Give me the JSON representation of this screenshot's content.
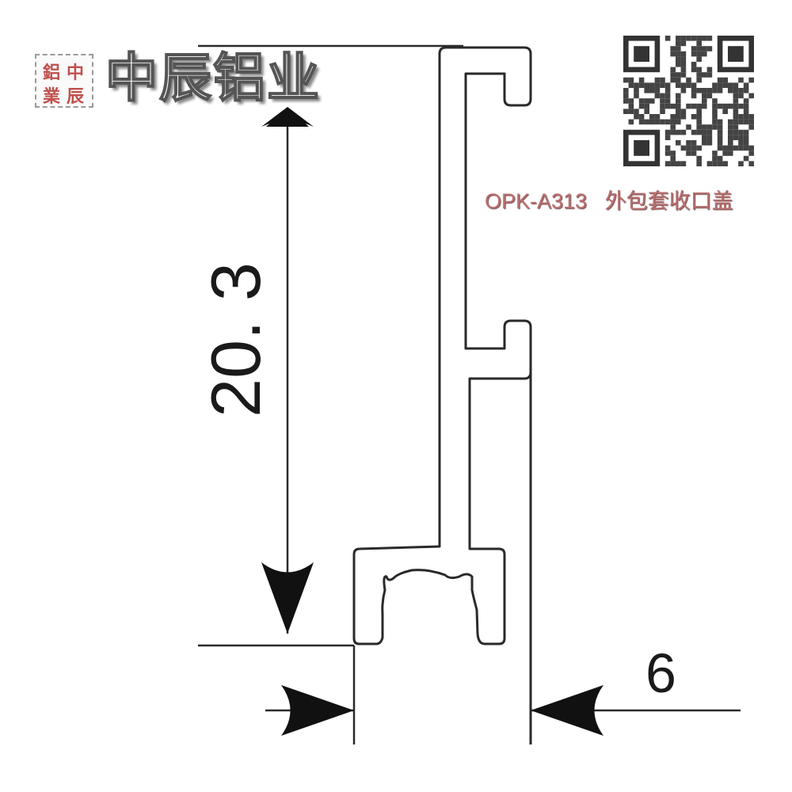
{
  "logo": {
    "stamp_chars": [
      "中",
      "辰",
      "鋁",
      "業"
    ],
    "brand_name": "中辰铝业"
  },
  "product": {
    "code": "OPK-A313",
    "name": "外包套收口盖"
  },
  "dimensions": {
    "height": "20. 3",
    "width": "6"
  },
  "colors": {
    "line": "#2a2a2a",
    "caption": "#b87070",
    "stamp": "#c0504d"
  }
}
